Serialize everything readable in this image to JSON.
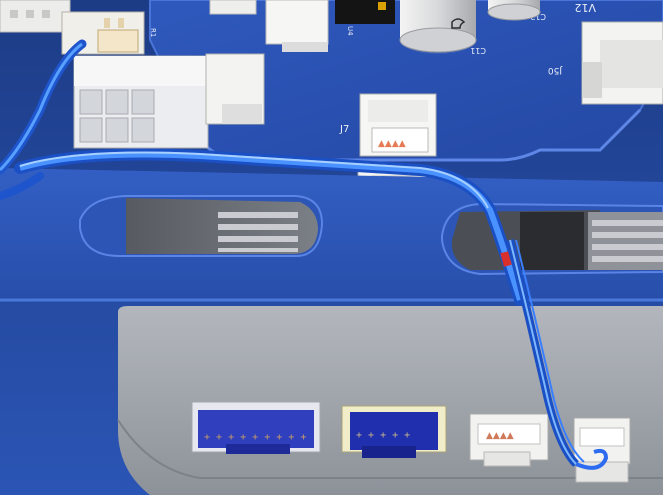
{
  "viewport": {
    "title": ""
  },
  "pcb": {
    "labels": {
      "j7": "J7",
      "c11": "C11",
      "c12": "C12",
      "v12": "V12",
      "j50": "J50",
      "u4": "U4",
      "r1": "R1"
    }
  },
  "colors": {
    "pcb_blue": "#2c54b6",
    "pcb_dark": "#1a347f",
    "enclosure_grey": "#9ea3aa",
    "cable_blue": "#3f8cff",
    "connector_white": "#f4f4f2",
    "connector_navy": "#1f2fae"
  }
}
